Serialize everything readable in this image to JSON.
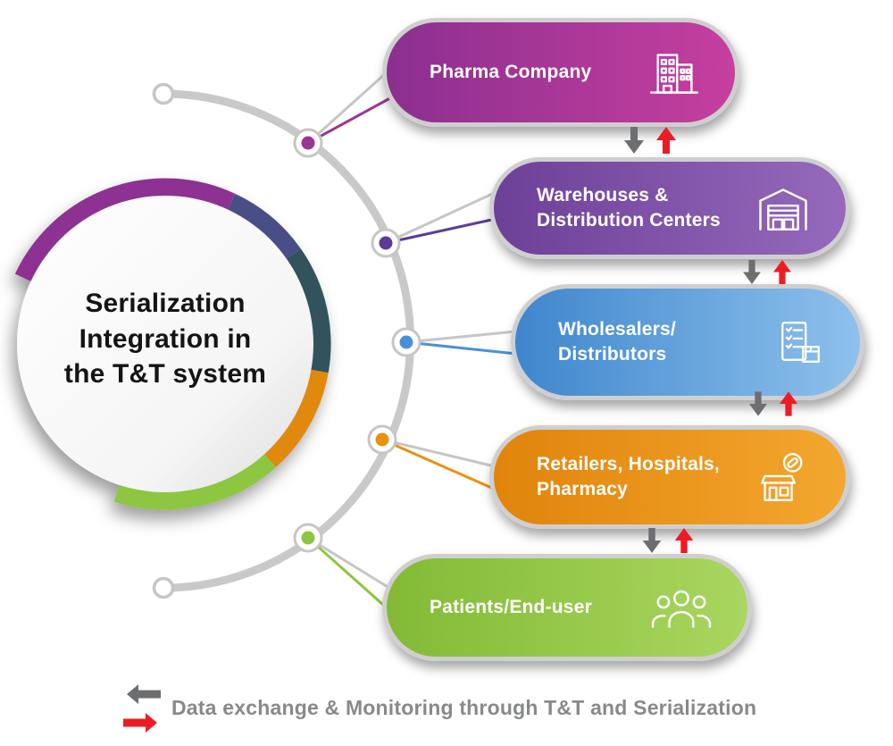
{
  "center": {
    "title": "Serialization\nIntegration in\nthe T&T system"
  },
  "pills": [
    {
      "label": "Pharma Company",
      "icon": "building-icon",
      "color_from": "#8b2f90",
      "color_to": "#c63f9f",
      "node_color": "#9a3693"
    },
    {
      "label": "Warehouses &\nDistribution Centers",
      "icon": "warehouse-icon",
      "color_from": "#6d4098",
      "color_to": "#9569bb",
      "node_color": "#5b3b97"
    },
    {
      "label": "Wholesalers/\nDistributors",
      "icon": "checklist-box-icon",
      "color_from": "#3f86cd",
      "color_to": "#8ec1ec",
      "node_color": "#4a90d9"
    },
    {
      "label": "Retailers, Hospitals,\nPharmacy",
      "icon": "pharmacy-store-icon",
      "color_from": "#e1840b",
      "color_to": "#f3a72e",
      "node_color": "#e8920e"
    },
    {
      "label": "Patients/End-user",
      "icon": "people-icon",
      "color_from": "#83ba35",
      "color_to": "#a9d660",
      "node_color": "#8dc63f"
    }
  ],
  "legend": {
    "text": "Data exchange & Monitoring through T&T and Serialization"
  },
  "colors": {
    "spine": "#c9c9c9",
    "node_ring": "#c6c6c6",
    "arrow_down": "#6d6e71",
    "arrow_up": "#ed1c24",
    "ring_segments": [
      "#8d3292",
      "#4a4f86",
      "#31525c",
      "#e0890f",
      "#8dc63f"
    ]
  }
}
